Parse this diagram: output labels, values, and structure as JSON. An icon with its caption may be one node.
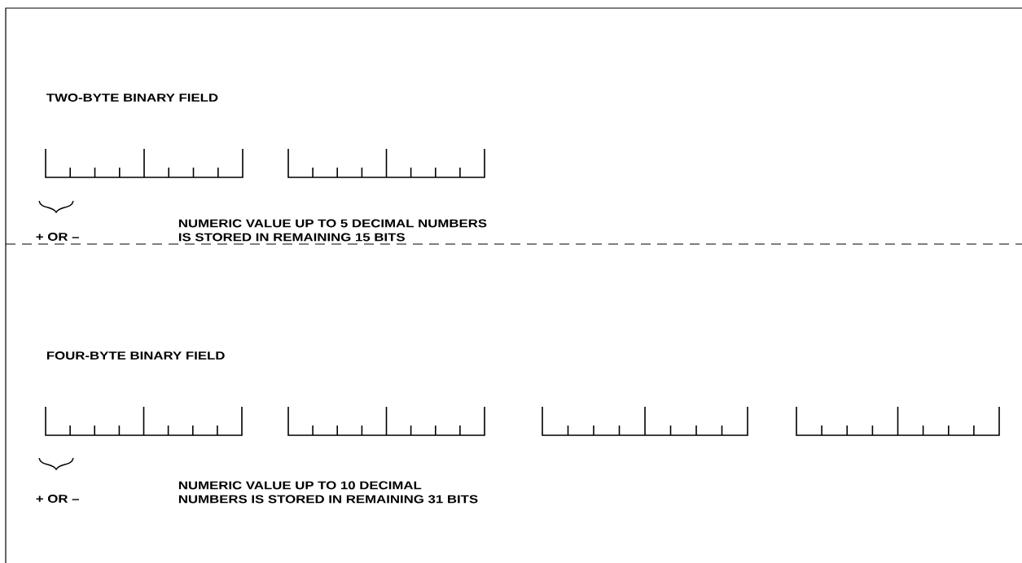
{
  "diagram": {
    "labels": [
      "TWO-BYTE BINARY FIELD",
      "NUMERIC VALUE UP TO 5 DECIMAL NUMBERS IS STORED IN REMAINING 15 BITS",
      "+ OR –",
      "FOUR-BYTE BINARY FIELD",
      "NUMERIC VALUE UP TO 10 DECIMAL NUMBERS IS STORED IN REMAINING 31 BITS",
      "+ OR –"
    ]
  }
}
